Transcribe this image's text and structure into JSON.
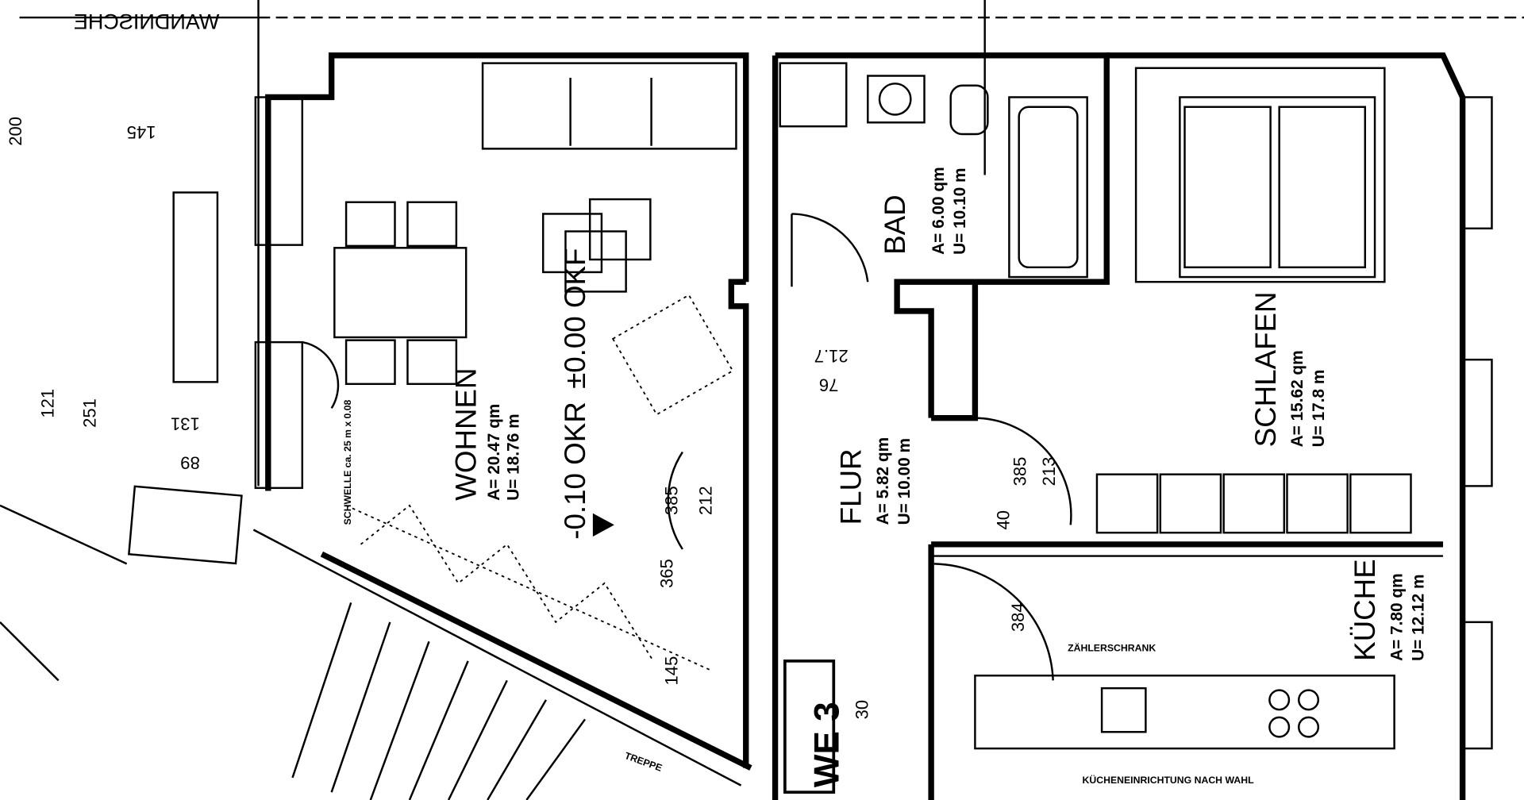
{
  "plan": {
    "unit_label": "WE 3",
    "rooms": {
      "wohnen": {
        "name": "WOHNEN",
        "area": "A= 20.47 qm",
        "perimeter": "U= 18.76 m"
      },
      "bad": {
        "name": "BAD",
        "area": "A= 6.00 qm",
        "perimeter": "U= 10.10 m"
      },
      "flur": {
        "name": "FLUR",
        "area": "A= 5.82 qm",
        "perimeter": "U= 10.00 m"
      },
      "schlafen": {
        "name": "SCHLAFEN",
        "area": "A= 15.62 qm",
        "perimeter": "U= 17.8 m"
      },
      "kueche": {
        "name": "KÜCHE",
        "area": "A= 7.80 qm",
        "perimeter": "U= 12.12 m"
      }
    },
    "levels": {
      "okf": "±0.00 OKF",
      "okr": "-0.10 OKR"
    },
    "notes": {
      "wandnische": "WANDNISCHE",
      "schwelle": "SCHWELLE ca. 25 m x 0.08",
      "zaehler": "ZÄHLERSCHRANK",
      "kuechen_note": "KÜCHENEINRICHTUNG NACH WAHL",
      "treppe": "TREPPE"
    },
    "dimensions": [
      "200",
      "145",
      "251",
      "121",
      "131",
      "89",
      "212",
      "385",
      "365",
      "145",
      "21.7",
      "76",
      "213",
      "385",
      "40",
      "384",
      "30"
    ]
  }
}
